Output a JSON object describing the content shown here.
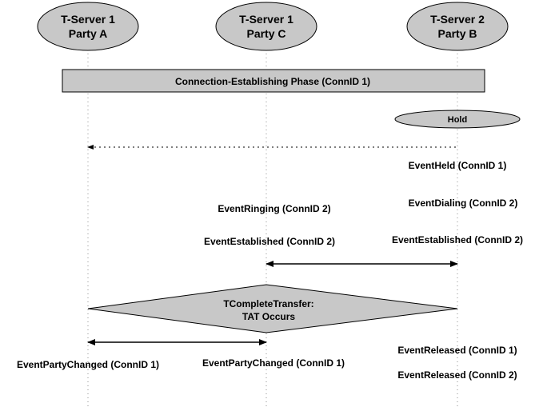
{
  "participants": [
    {
      "line1": "T-Server 1",
      "line2": "Party A"
    },
    {
      "line1": "T-Server 1",
      "line2": "Party C"
    },
    {
      "line1": "T-Server 2",
      "line2": "Party B"
    }
  ],
  "phase_bar": {
    "label": "Connection-Establishing Phase (ConnID 1)"
  },
  "hold_box": {
    "label": "Hold"
  },
  "transfer_diamond": {
    "line1": "TCompleteTransfer:",
    "line2": "TAT Occurs"
  },
  "events": {
    "party_b_held": "EventHeld (ConnID 1)",
    "party_b_dialing": "EventDialing (ConnID 2)",
    "party_c_ringing": "EventRinging (ConnID 2)",
    "party_c_established": "EventEstablished (ConnID 2)",
    "party_b_established": "EventEstablished (ConnID 2)",
    "party_b_released_1": "EventReleased (ConnID 1)",
    "party_b_released_2": "EventReleased (ConnID 2)",
    "party_a_party_changed": "EventPartyChanged (ConnID 1)",
    "party_c_party_changed": "EventPartyChanged (ConnID 1)"
  },
  "colors": {
    "shape_fill": "#c8c8c8",
    "stroke": "#000000",
    "lifeline": "#888888"
  }
}
